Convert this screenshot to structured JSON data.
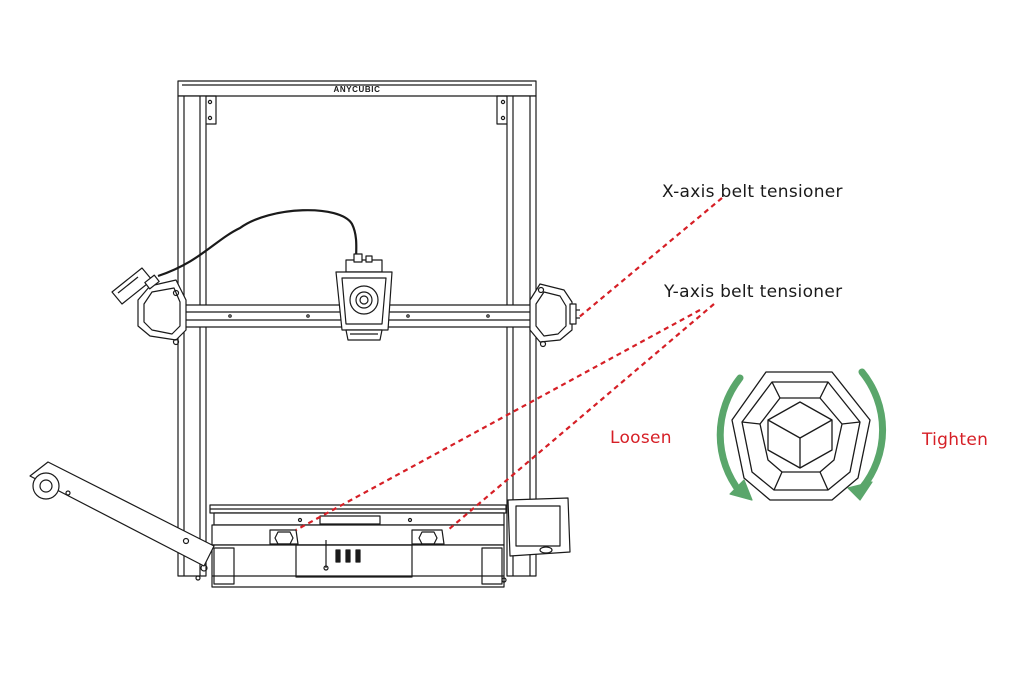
{
  "brand": "ANYCUBIC",
  "callouts": {
    "x_axis": "X-axis belt tensioner",
    "y_axis": "Y-axis belt tensioner"
  },
  "directions": {
    "loosen": "Loosen",
    "tighten": "Tighten"
  },
  "colors": {
    "callout_line": "#d61f26",
    "direction_text": "#d61f26",
    "arrow": "#5aa66b",
    "outline": "#1a1a1a"
  },
  "icons": [
    "hex-knob-icon",
    "counterclockwise-arrow-icon",
    "clockwise-arrow-icon"
  ]
}
